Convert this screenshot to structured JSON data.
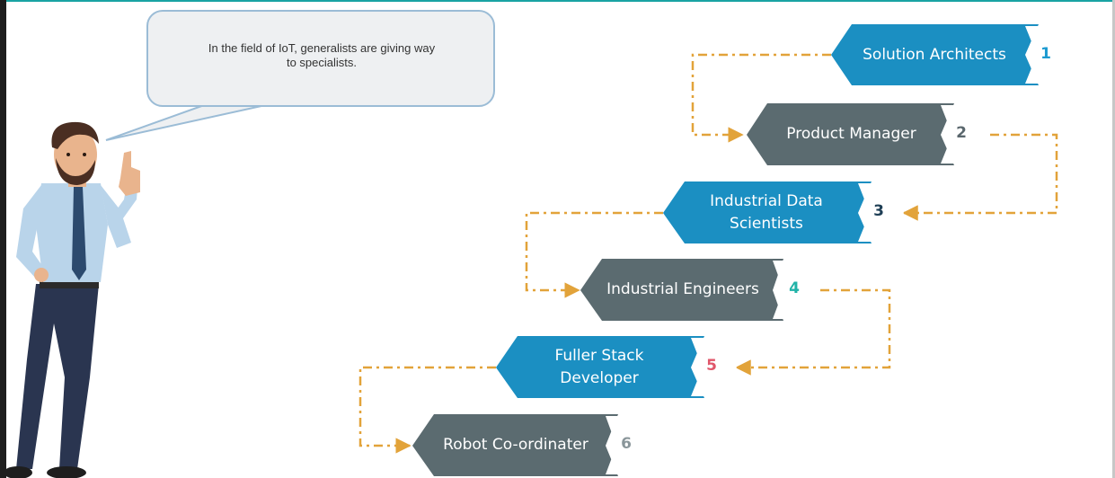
{
  "speech_bubble": {
    "text_line1": "In the field of IoT, generalists are giving way",
    "text_line2": "to specialists."
  },
  "steps": [
    {
      "label_line1": "Solution Architects",
      "label_line2": "",
      "number": "1",
      "number_color": "#1c9ad0",
      "color": "#1b8fc2"
    },
    {
      "label_line1": "Product Manager",
      "label_line2": "",
      "number": "2",
      "number_color": "#5a676d",
      "color": "#5b6b70"
    },
    {
      "label_line1": "Industrial Data",
      "label_line2": "Scientists",
      "number": "3",
      "number_color": "#1f3f56",
      "color": "#1b8fc2"
    },
    {
      "label_line1": "Industrial Engineers",
      "label_line2": "",
      "number": "4",
      "number_color": "#21b3a8",
      "color": "#5b6b70"
    },
    {
      "label_line1": "Fuller Stack",
      "label_line2": "Developer",
      "number": "5",
      "number_color": "#e0566a",
      "color": "#1b8fc2"
    },
    {
      "label_line1": "Robot Co-ordinater",
      "label_line2": "",
      "number": "6",
      "number_color": "#8a969a",
      "color": "#5b6b70"
    }
  ],
  "connector_color": "#e2a33a"
}
